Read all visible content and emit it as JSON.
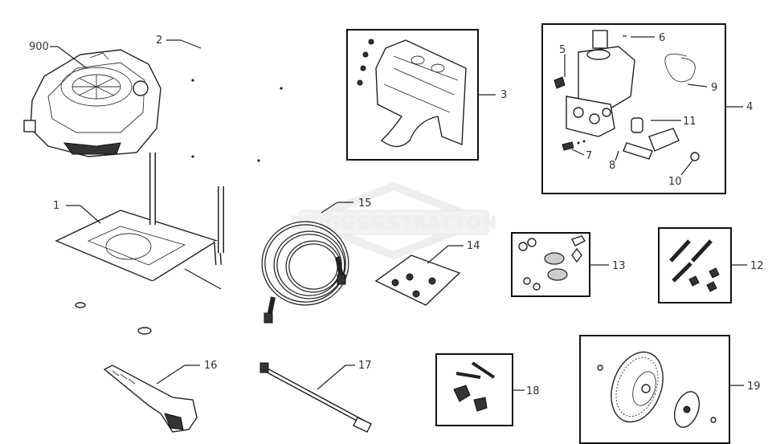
{
  "watermark": "BRIGGS&STRATTON",
  "callouts": {
    "c900": "900",
    "c1": "1",
    "c2": "2",
    "c3": "3",
    "c4": "4",
    "c5": "5",
    "c6": "6",
    "c7": "7",
    "c8": "8",
    "c9": "9",
    "c10": "10",
    "c11": "11",
    "c12": "12",
    "c13": "13",
    "c14": "14",
    "c15": "15",
    "c16": "16",
    "c17": "17",
    "c18": "18",
    "c19": "19"
  }
}
